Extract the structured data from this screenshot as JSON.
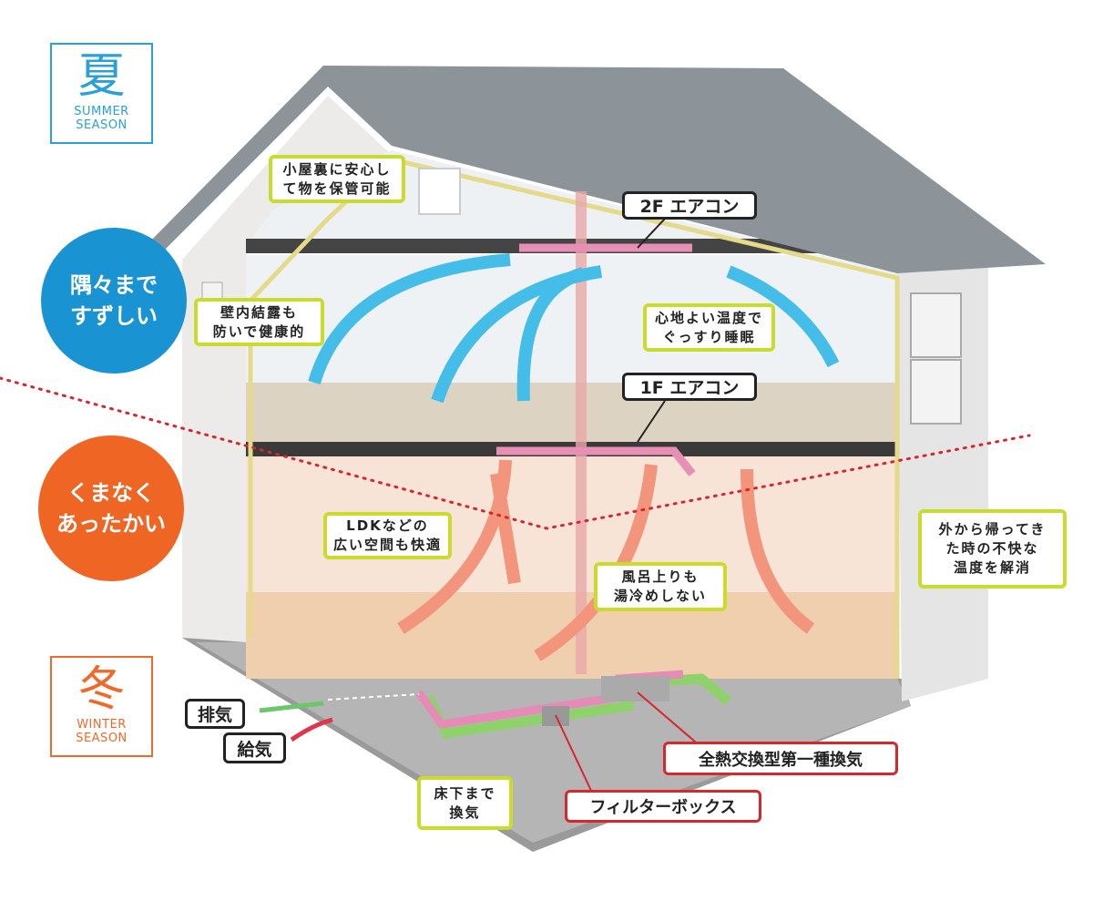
{
  "seasons": {
    "summer": {
      "kanji": "夏",
      "line1": "SUMMER",
      "line2": "SEASON"
    },
    "winter": {
      "kanji": "冬",
      "line1": "WINTER",
      "line2": "SEASON"
    }
  },
  "circles": {
    "cool": "隅々まで\nすずしい",
    "warm": "くまなく\nあったかい"
  },
  "labels": {
    "attic": "小屋裏に安心し\nて物を保管可能",
    "ac_2f": "2F エアコン",
    "ac_1f": "1F エアコン",
    "wall": "壁内結露も\n防いで健康的",
    "sleep": "心地よい温度で\nぐっすり睡眠",
    "ldk": "LDKなどの\n広い空間も快適",
    "bath": "風呂上りも\n湯冷めしない",
    "return": "外から帰ってき\nた時の不快な\n温度を解消",
    "exhaust": "排気",
    "supply": "給気",
    "underfloor": "床下まで\n換気",
    "erv": "全熱交換型第一種換気",
    "filter": "フィルターボックス"
  },
  "colors": {
    "summer": "#1a93d3",
    "winter": "#ee6524",
    "label_border": "#c9dc2c",
    "callout_red": "#d7262e"
  }
}
